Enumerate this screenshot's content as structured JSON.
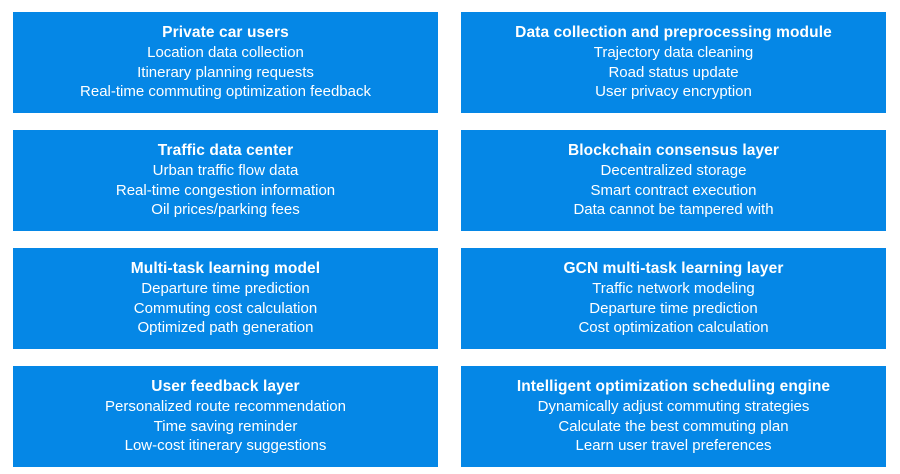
{
  "diagram": {
    "type": "two-column-block-list",
    "background_color": "#ffffff",
    "box_color": "#0587E6",
    "text_color": "#ffffff",
    "columns": 2,
    "rows": 4,
    "boxes": [
      {
        "position": "row1-col1",
        "title": "Private car users",
        "lines": [
          "Location data collection",
          "Itinerary planning requests",
          "Real-time commuting optimization feedback"
        ]
      },
      {
        "position": "row1-col2",
        "title": "Data collection and preprocessing module",
        "lines": [
          "Trajectory data cleaning",
          "Road status update",
          "User privacy encryption"
        ]
      },
      {
        "position": "row2-col1",
        "title": "Traffic data center",
        "lines": [
          "Urban traffic flow data",
          "Real-time congestion information",
          "Oil prices/parking fees"
        ]
      },
      {
        "position": "row2-col2",
        "title": "Blockchain consensus layer",
        "lines": [
          "Decentralized storage",
          "Smart contract execution",
          "Data cannot be tampered with"
        ]
      },
      {
        "position": "row3-col1",
        "title": "Multi-task learning model",
        "lines": [
          "Departure time prediction",
          "Commuting cost calculation",
          "Optimized path generation"
        ]
      },
      {
        "position": "row3-col2",
        "title": "GCN multi-task learning layer",
        "lines": [
          "Traffic network modeling",
          "Departure time prediction",
          "Cost optimization calculation"
        ]
      },
      {
        "position": "row4-col1",
        "title": "User feedback layer",
        "lines": [
          "Personalized route recommendation",
          "Time saving reminder",
          "Low-cost itinerary suggestions"
        ]
      },
      {
        "position": "row4-col2",
        "title": "Intelligent optimization scheduling engine",
        "lines": [
          "Dynamically adjust commuting strategies",
          "Calculate the best commuting plan",
          "Learn user travel preferences"
        ]
      }
    ]
  }
}
